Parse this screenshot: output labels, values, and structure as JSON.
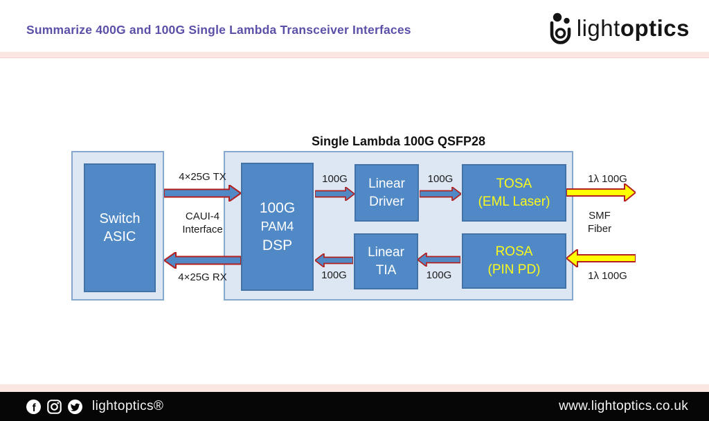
{
  "header": {
    "title": "Summarize 400G and 100G Single Lambda Transceiver Interfaces",
    "logo": {
      "light": "light",
      "optics": "optics"
    }
  },
  "diagram": {
    "title": "Single Lambda 100G QSFP28",
    "host": {
      "line1": "Switch",
      "line2": "ASIC"
    },
    "dsp": {
      "line1": "100G",
      "line2": "PAM4",
      "line3": "DSP"
    },
    "driver": {
      "line1": "Linear",
      "line2": "Driver"
    },
    "tia": {
      "line1": "Linear",
      "line2": "TIA"
    },
    "tosa": {
      "line1": "TOSA",
      "line2": "(EML Laser)"
    },
    "rosa": {
      "line1": "ROSA",
      "line2": "(PIN PD)"
    },
    "labels": {
      "tx": "4×25G TX",
      "rx": "4×25G RX",
      "caui_line1": "CAUI-4",
      "caui_line2": "Interface",
      "g_tx_dsp": "100G",
      "g_tx_tosa": "100G",
      "g_rx_dsp": "100G",
      "g_rx_rosa": "100G",
      "lambda_tx": "1λ 100G",
      "lambda_rx": "1λ 100G",
      "smf_line1": "SMF",
      "smf_line2": "Fiber"
    },
    "colors": {
      "block_fill": "#5089c5",
      "block_border": "#4173a8",
      "container_fill": "#dde7f3",
      "container_border": "#85a8cf",
      "arrow_outline_red": "#b41f1f",
      "arrow_yellow": "#ffff00",
      "block_label_yellow": "#fbfb1e",
      "title_purple": "#5a50a8",
      "divider_pink": "#fce6e2"
    }
  },
  "footer": {
    "brand": "lightoptics®",
    "url": "www.lightoptics.co.uk",
    "icons": [
      "facebook-icon",
      "instagram-icon",
      "twitter-icon"
    ]
  }
}
